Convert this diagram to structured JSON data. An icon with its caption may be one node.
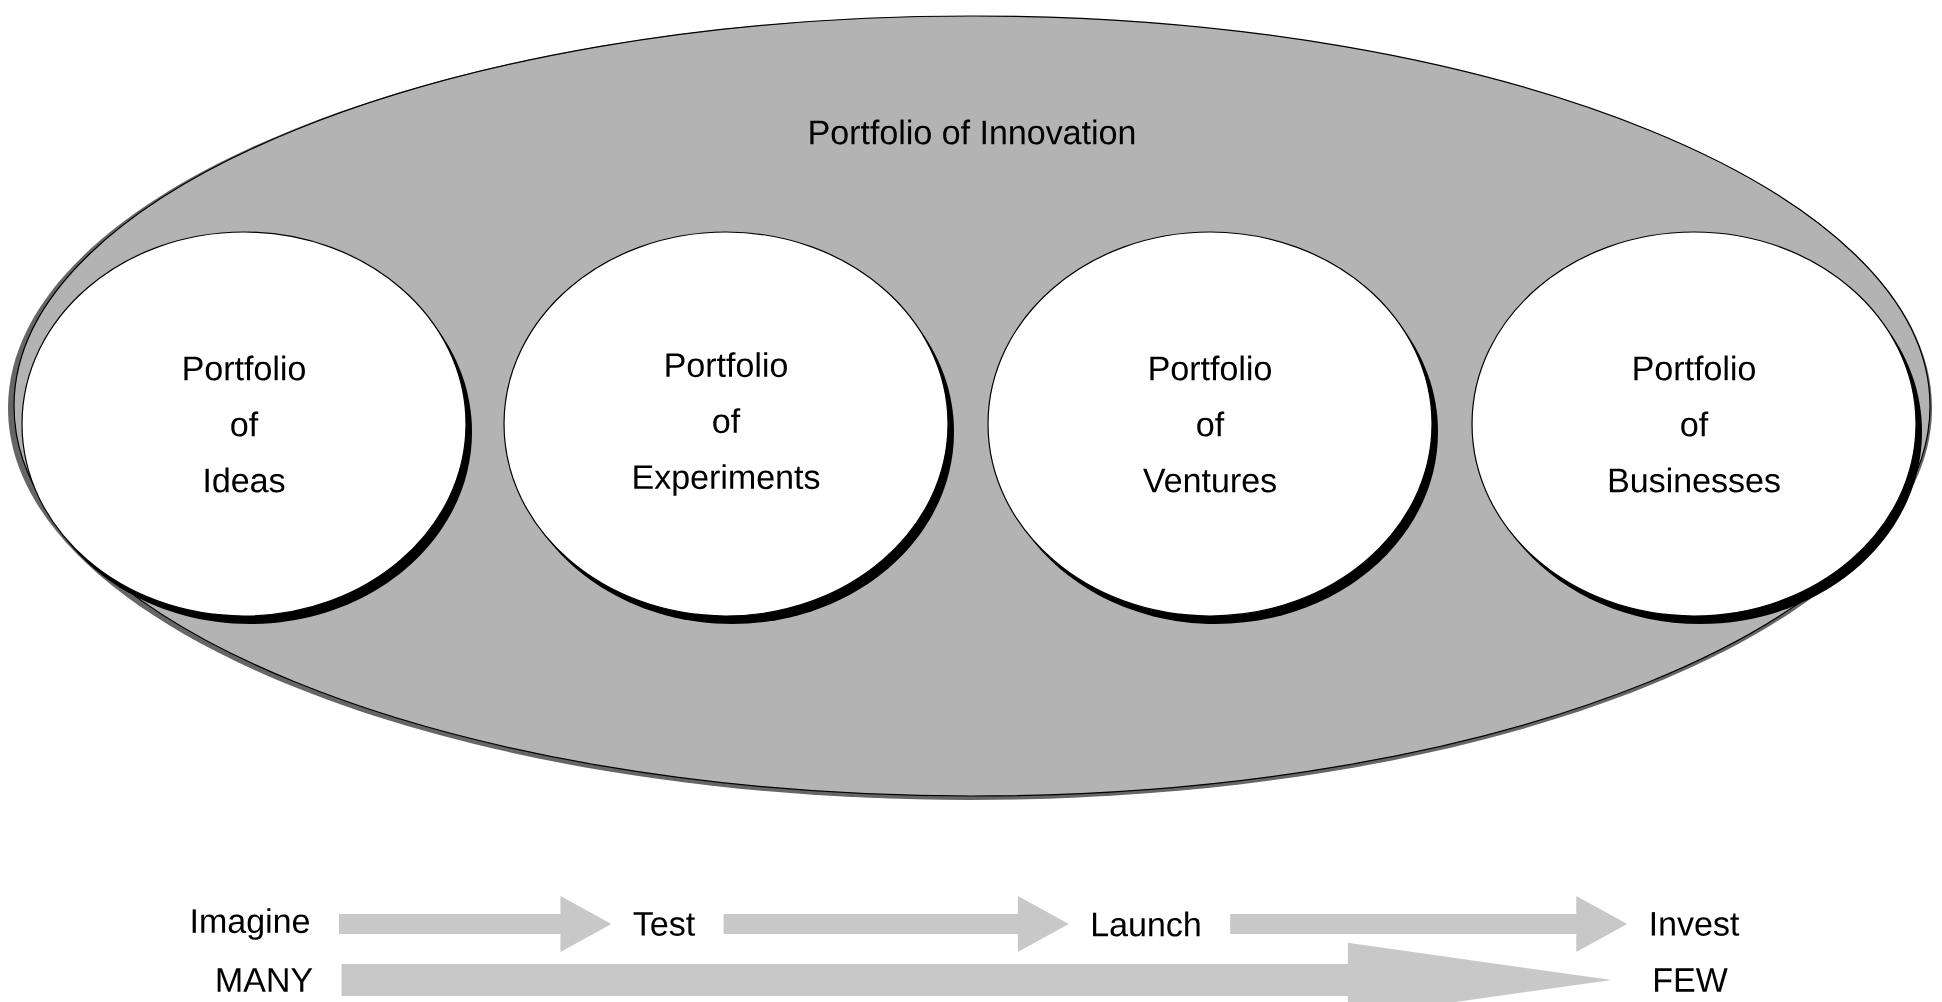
{
  "diagram": {
    "nodes": [
      {
        "text": [
          "Portfolio of Innovation"
        ]
      },
      {
        "text": [
          "Portfolio of Ideas"
        ],
        "in": 0
      },
      {
        "text": [
          "Portfolio of Experiments"
        ],
        "in": 0
      },
      {
        "text": [
          "Portfolio of Ventures"
        ],
        "in": 0
      },
      {
        "text": [
          "Portfolio of Businesses"
        ],
        "in": 0
      },
      {
        "text": [
          "Imagine"
        ]
      },
      {
        "text": [
          "Test"
        ]
      },
      {
        "text": [
          "Launch"
        ]
      },
      {
        "text": [
          "Invest"
        ]
      },
      {
        "text": [
          "MANY"
        ]
      },
      {
        "text": [
          "FEW"
        ]
      }
    ],
    "edges": [
      {
        "from": 5,
        "to": 6,
        "arrow": "to"
      },
      {
        "from": 6,
        "to": 7,
        "arrow": "to"
      },
      {
        "from": 7,
        "to": 8,
        "arrow": "to"
      },
      {
        "from": 9,
        "to": 10,
        "arrow": "to"
      }
    ]
  }
}
